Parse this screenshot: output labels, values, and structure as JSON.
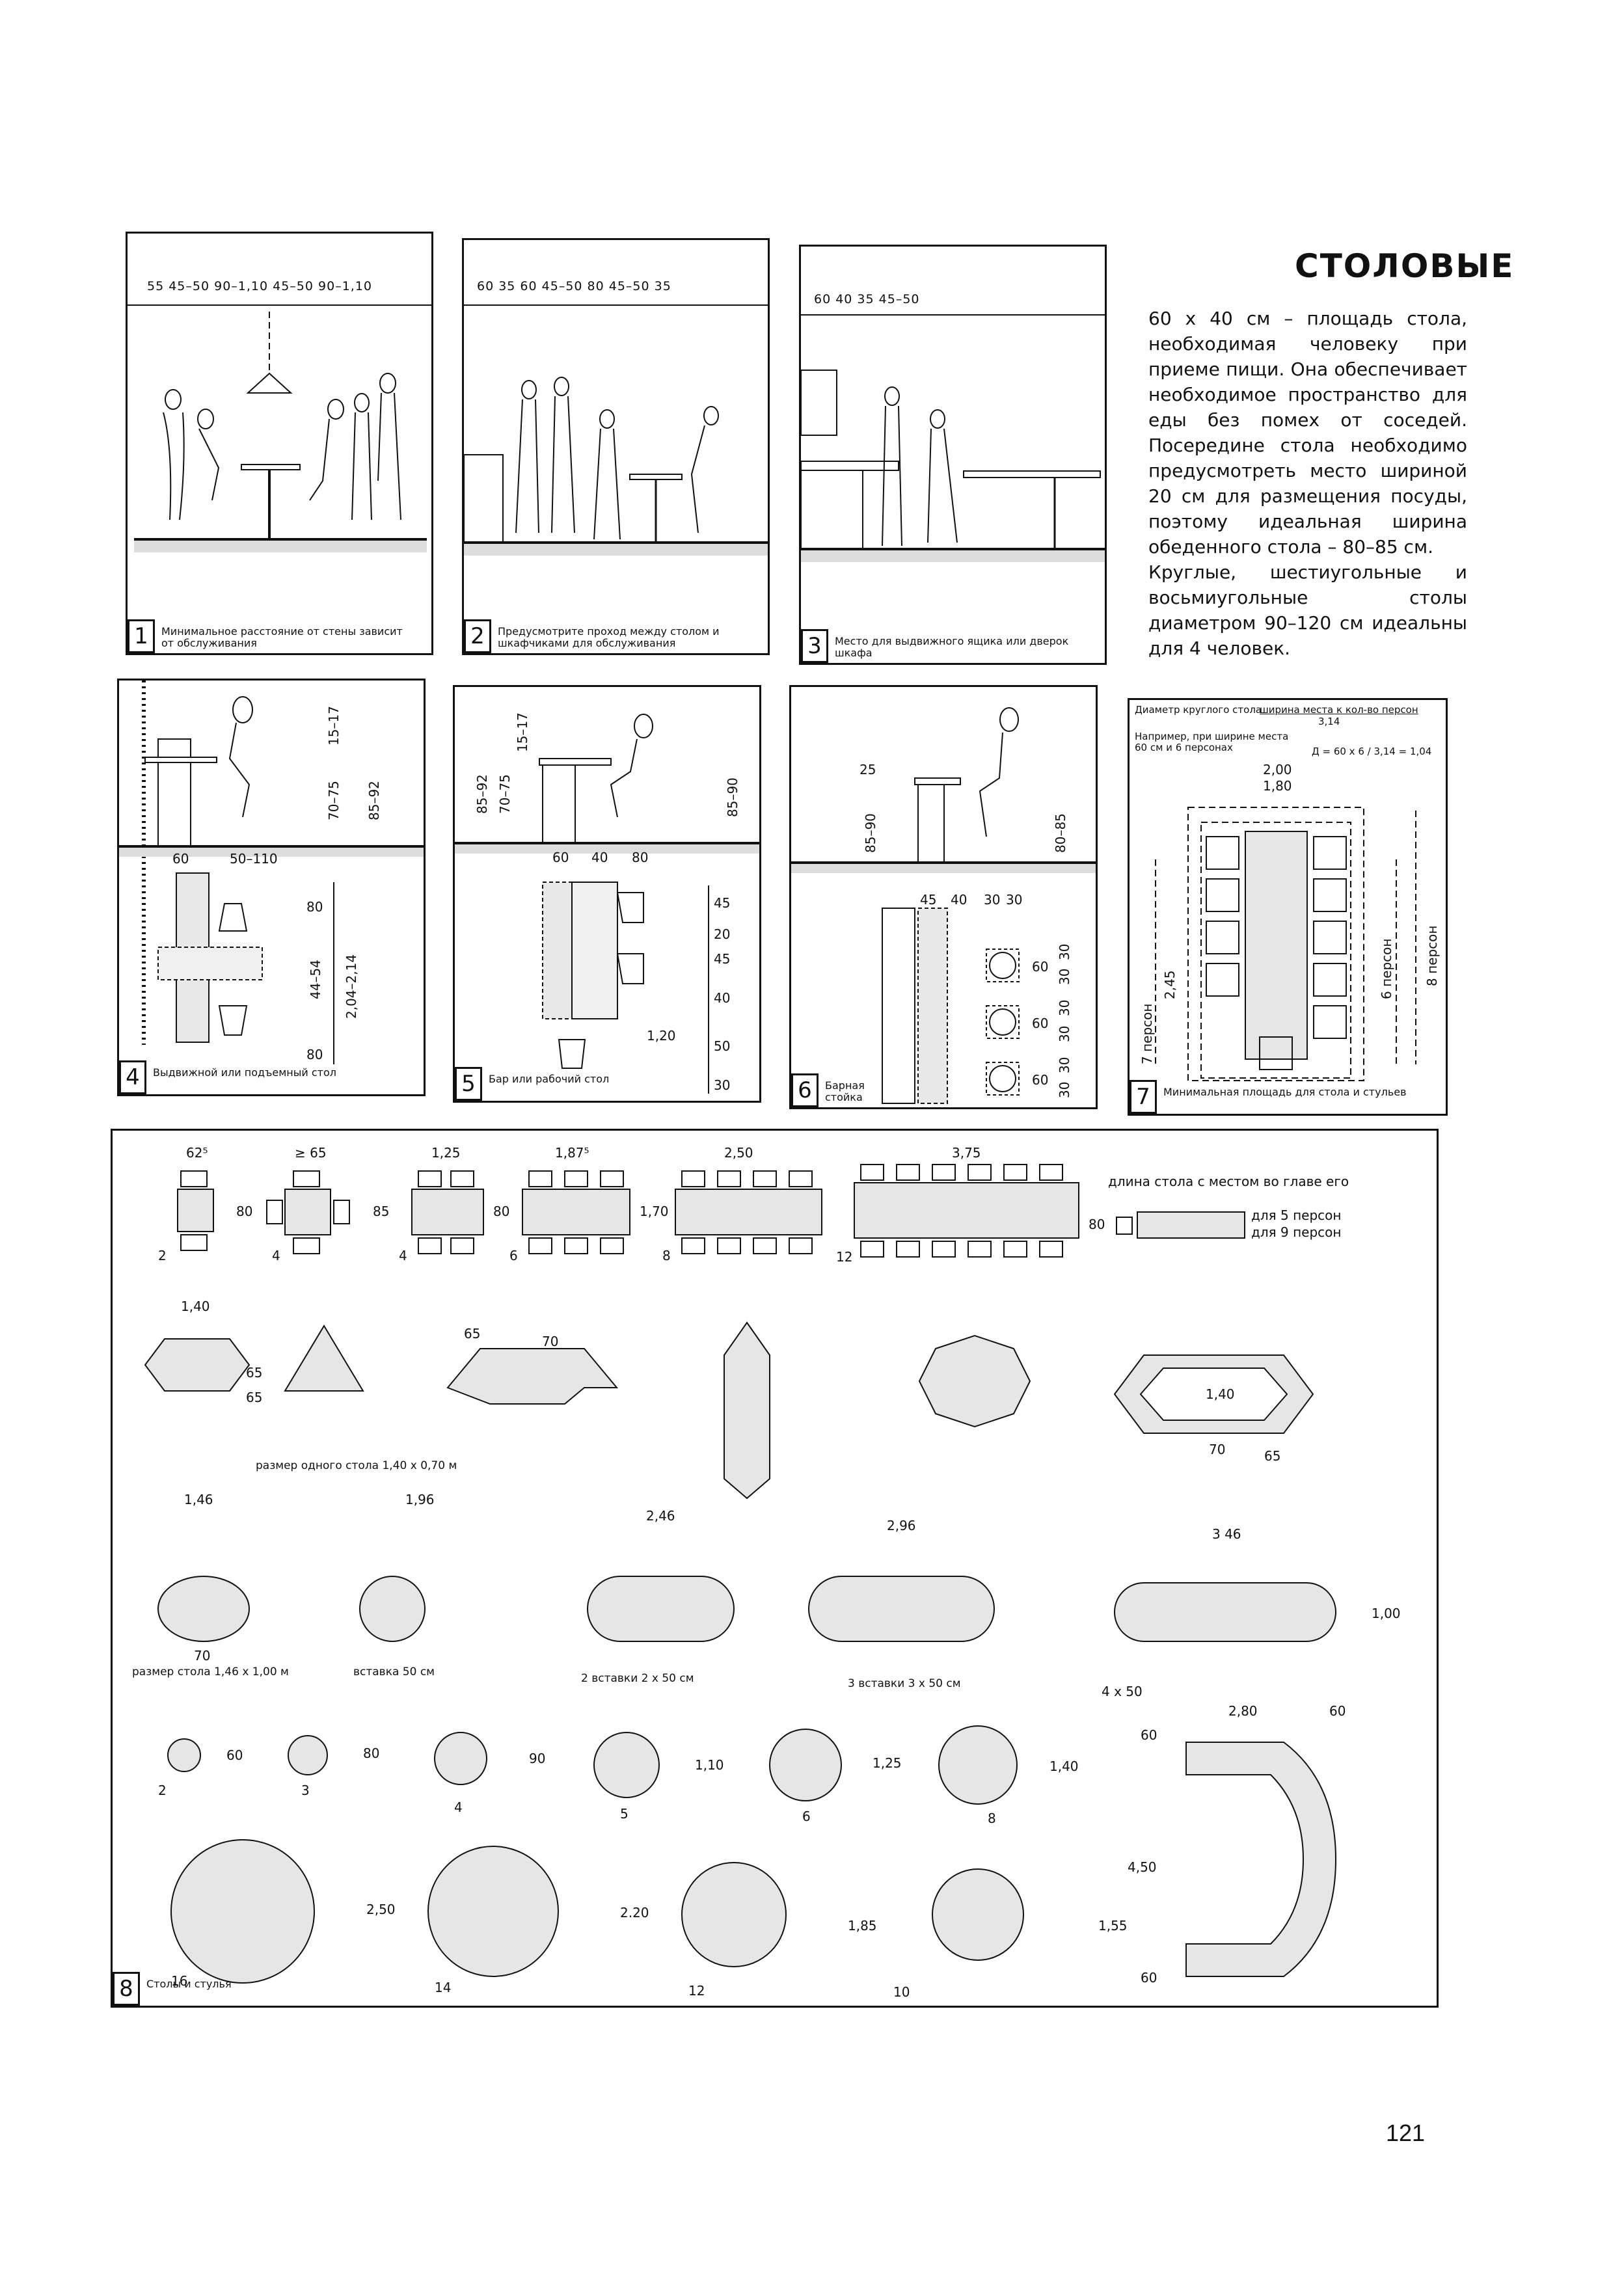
{
  "page": {
    "title": "СТОЛОВЫЕ",
    "page_number": "121",
    "paragraph1": "60 x 40 см – площадь стола, необходимая человеку при приеме пищи. Она обеспечивает необходимое пространство для еды без помех от соседей. Посередине стола необходимо предусмотреть место шириной 20 см для размещения посуды, поэтому идеальная ширина обеденного стола – 80–85 см.",
    "paragraph2": "Круглые, шестиугольные и восьмиугольные столы диаметром 90–120 см идеальны для 4 человек."
  },
  "panels": [
    {
      "num": "1",
      "dims": "55  45–50 90–1,10  45–50  90–1,10",
      "caption": "Минимальное расстояние от стены зависит от обслуживания"
    },
    {
      "num": "2",
      "dims": "60   35   60  45–50  80  45–50 35",
      "caption": "Предусмотрите проход между столом и шкафчиками для обслуживания"
    },
    {
      "num": "3",
      "dims": "60  40  35  45–50",
      "caption": "Место для выдвижного ящика или дверок шкафа"
    },
    {
      "num": "4",
      "caption": "Выдвижной или подъемный стол",
      "labels": [
        "60",
        "50–110",
        "80",
        "44–54",
        "2,04–2,14",
        "80",
        "15–17",
        "70–75",
        "85–92"
      ]
    },
    {
      "num": "5",
      "caption": "Бар или рабочий стол",
      "labels": [
        "60",
        "40",
        "80",
        "45",
        "20",
        "45",
        "40",
        "50",
        "30",
        "1,20",
        "85–92",
        "70–75",
        "15–17",
        "85–90"
      ]
    },
    {
      "num": "6",
      "caption": "Барная стойка",
      "labels": [
        "45",
        "40",
        "30",
        "30",
        "60",
        "60",
        "60",
        "25",
        "85–90",
        "80–85",
        "30",
        "30",
        "30",
        "30",
        "30",
        "30"
      ]
    },
    {
      "num": "7",
      "caption": "Минимальная площадь для стола и стульев",
      "labels": [
        "Диаметр круглого стола",
        "ширина места к кол-во персон",
        "3,14",
        "Например, при ширине места 60 см и 6 персонах",
        "Д = 60 x 6 / 3,14 = 1,04",
        "2,00",
        "1,80",
        "2,45",
        "7 персон",
        "6 персон",
        "8 персон"
      ]
    },
    {
      "num": "8",
      "caption": "Столы и стулья"
    }
  ],
  "panel8": {
    "row1_dims": [
      "62⁵",
      "≥ 65",
      "1,25",
      "1,87⁵",
      "2,50",
      "3,75"
    ],
    "row1_side": [
      "80",
      "85",
      "80",
      "1,70"
    ],
    "row1_counts": [
      "2",
      "4",
      "4",
      "6",
      "8",
      "12"
    ],
    "head_note": "длина стола с местом во главе его",
    "head_80": "80",
    "head_5": "для 5 персон",
    "head_9": "для 9 персон",
    "row2_dims": [
      "1,40",
      "65",
      "65",
      "65",
      "70",
      "1,40",
      "70",
      "65"
    ],
    "row2_note": "размер одного стола 1,40 x 0,70 м",
    "row3_dims": [
      "1,46",
      "1,96",
      "2,46",
      "2,96",
      "3 46",
      "70",
      "1,00",
      "4 x 50"
    ],
    "row3_notes": [
      "размер стола 1,46 x 1,00 м",
      "вставка 50 см",
      "2 вставки 2 x 50 см",
      "3 вставки 3 x 50 см"
    ],
    "row4_dims": [
      "60",
      "80",
      "90",
      "1,10",
      "1,25",
      "1,40"
    ],
    "row4_counts": [
      "2",
      "3",
      "4",
      "5",
      "6",
      "8"
    ],
    "row5_dims": [
      "2,50",
      "2.20",
      "1,85",
      "1,55"
    ],
    "row5_counts": [
      "16",
      "14",
      "12",
      "10"
    ],
    "u_dims": [
      "2,80",
      "60",
      "60",
      "4,50",
      "60"
    ]
  }
}
